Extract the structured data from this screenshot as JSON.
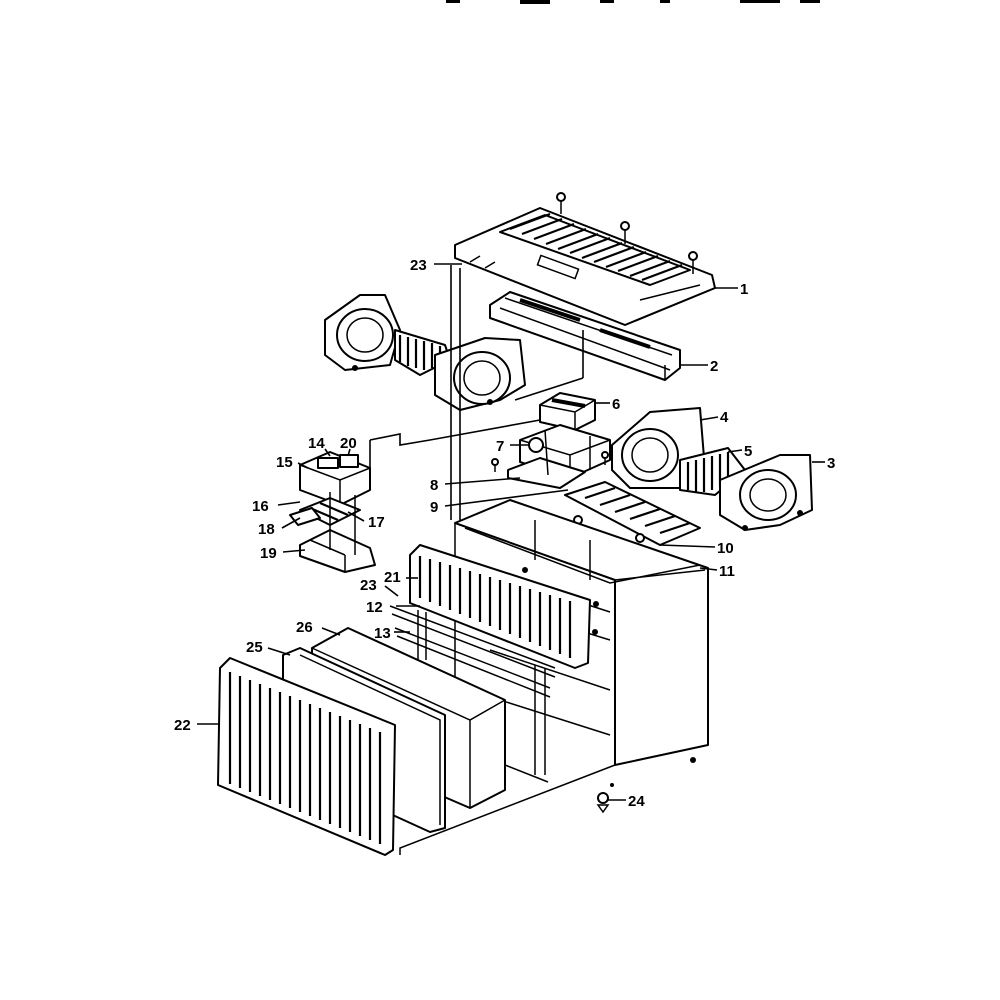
{
  "diagram": {
    "callouts": {
      "c1": "1",
      "c2": "2",
      "c3": "3",
      "c4": "4",
      "c5": "5",
      "c6": "6",
      "c7": "7",
      "c8": "8",
      "c9": "9",
      "c10": "10",
      "c11": "11",
      "c12": "12",
      "c13": "13",
      "c14": "14",
      "c15": "15",
      "c16": "16",
      "c17": "17",
      "c18": "18",
      "c19": "19",
      "c20": "20",
      "c21": "21",
      "c22": "22",
      "c23a": "23",
      "c23b": "23",
      "c24": "24",
      "c25": "25",
      "c26": "26"
    }
  }
}
